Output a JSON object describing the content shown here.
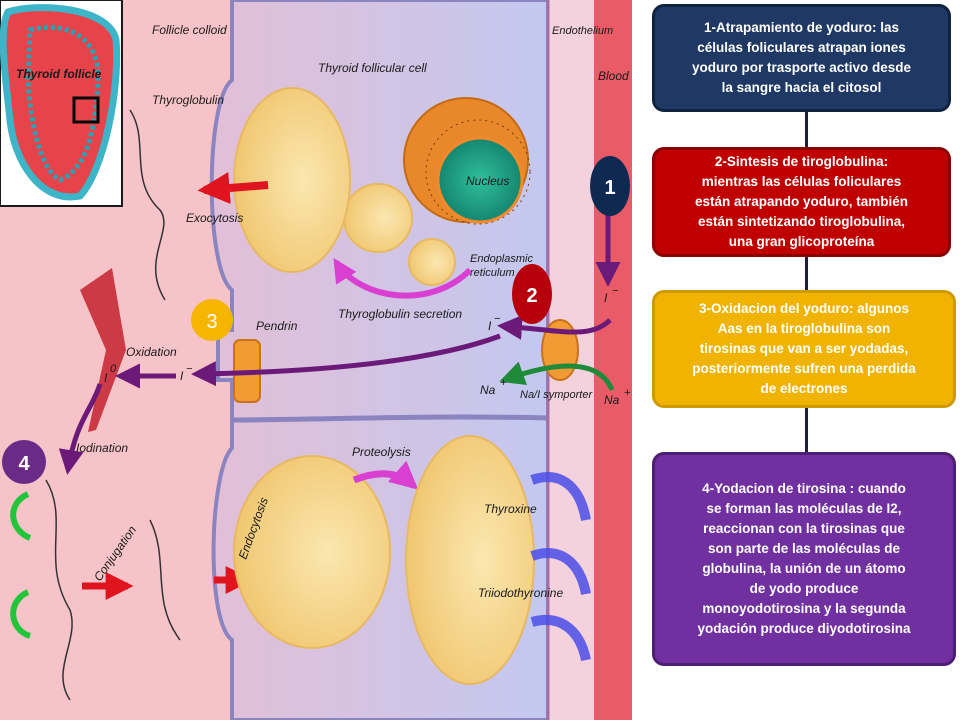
{
  "diagram": {
    "labels": {
      "follicle_colloid": "Follicle colloid",
      "endothelium": "Endothelium",
      "blood": "Blood",
      "thyroid_follicle": "Thyroid follicle",
      "thyroid_follicular_cell": "Thyroid follicular cell",
      "thyroglobulin": "Thyroglobulin",
      "nucleus": "Nucleus",
      "exocytosis": "Exocytosis",
      "endoplasmic": "Endoplasmic",
      "reticulum": "reticulum",
      "thyroglobulin_secretion": "Thyroglobulin secretion",
      "pendrin": "Pendrin",
      "oxidation": "Oxidation",
      "iodide_in_cell": "I",
      "iodide_blood": "I",
      "iodide_colloid": "I",
      "iodine_zero": "I",
      "iodine_zero_sup": "0",
      "minus": "−",
      "sodium_in": "Na",
      "sodium_out": "Na",
      "plus": "+",
      "symporter": "Na/I symporter",
      "iodination": "Iodination",
      "proteolysis": "Proteolysis",
      "endocytosis": "Endocytosis",
      "conjugation": "Conjugation",
      "thyroxine": "Thyroxine",
      "triiodothyronine": "Triiodothyronine"
    },
    "markers": {
      "m1": "1",
      "m2": "2",
      "m3": "3",
      "m4": "4"
    }
  },
  "steps": [
    {
      "lines": [
        "1-Atrapamiento de yoduro:  las",
        "células foliculares atrapan iones",
        "yoduro por trasporte activo desde",
        "la sangre hacia el citosol"
      ]
    },
    {
      "lines": [
        "2-Sintesis de tiroglobulina:",
        "mientras las células foliculares",
        "están atrapando yoduro, también",
        "están sintetizando tiroglobulina,",
        "una gran  glicoproteína"
      ]
    },
    {
      "lines": [
        "3-Oxidacion del yoduro: algunos",
        "Aas en la tiroglobulina son",
        "tirosinas que van a ser yodadas,",
        "posteriormente sufren una perdida",
        "de electrones"
      ]
    },
    {
      "lines": [
        "4-Yodacion de tirosina :  cuando",
        "se forman las moléculas de I2,",
        "reaccionan con la tirosinas que",
        "son parte de las moléculas de",
        "globulina, la unión de un átomo",
        "de yodo produce",
        "monoyodotirosina y la segunda",
        "yodación produce diyodotirosina"
      ]
    }
  ],
  "colors": {
    "colloid": "#f6c4c8",
    "cell": "#c9cdf0",
    "blood": "#e95b66",
    "vesicle": "#f6d98c",
    "step1": "#1f3864",
    "step2": "#c00000",
    "step3": "#f0b400",
    "step4": "#7030a0"
  }
}
